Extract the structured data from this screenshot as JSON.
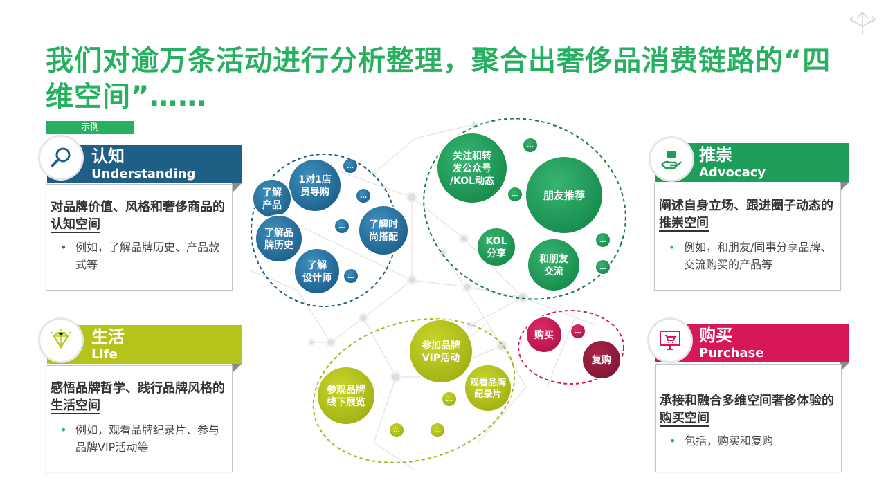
{
  "title": "我们对逾万条活动进行分析整理，聚合出奢侈品消费链路的“四维空间”……",
  "example_tag": "示例",
  "colors": {
    "green_title": "#27b060",
    "understanding": "#1f5f86",
    "advocacy": "#1f9e5a",
    "life": "#b4c41a",
    "purchase": "#d81757"
  },
  "panels": [
    {
      "key": "understanding",
      "zh": "认知",
      "en": "Understanding",
      "icon": "magnifier-icon",
      "lead_before": "对品牌价值、风格和奢侈商品的",
      "lead_ul": "认知空间",
      "bullet": "例如，了解品牌历史、产品款式等",
      "bullet_color": "#1f5f86"
    },
    {
      "key": "advocacy",
      "zh": "推崇",
      "en": "Advocacy",
      "icon": "hand-offering-icon",
      "lead_before": "阐述自身立场、跟进圈子动态的",
      "lead_ul": "推崇空间",
      "bullet": "例如，和朋友/同事分享品牌、交流购买的产品等",
      "bullet_color": "#27b060"
    },
    {
      "key": "life",
      "zh": "生活",
      "en": "Life",
      "icon": "diamond-icon",
      "lead_before": "感悟品牌哲学、践行品牌风格的",
      "lead_ul": "生活空间",
      "bullet": "例如，观看品牌纪录片、参与品牌VIP活动等",
      "bullet_color": "#27b060"
    },
    {
      "key": "purchase",
      "zh": "购买",
      "en": "Purchase",
      "icon": "shopping-cart-icon",
      "lead_before": "承接和融合多维空间奢侈体验的",
      "lead_ul": "购买空间",
      "bullet": "包括，购买和复购",
      "bullet_color": "#27b060"
    }
  ],
  "bubbles": [
    {
      "label": "1对1店\n员导购",
      "cluster": "understanding"
    },
    {
      "label": "了解\n产品",
      "cluster": "understanding"
    },
    {
      "label": "了解品\n牌历史",
      "cluster": "understanding"
    },
    {
      "label": "了解时\n尚搭配",
      "cluster": "understanding"
    },
    {
      "label": "了解\n设计师",
      "cluster": "understanding"
    },
    {
      "label": "关注和转\n发公众号\n/KOL动态",
      "cluster": "advocacy"
    },
    {
      "label": "朋友推荐",
      "cluster": "advocacy"
    },
    {
      "label": "KOL\n分享",
      "cluster": "advocacy"
    },
    {
      "label": "和朋友\n交流",
      "cluster": "advocacy"
    },
    {
      "label": "参加品牌\nVIP活动",
      "cluster": "life"
    },
    {
      "label": "参观品牌\n线下展览",
      "cluster": "life"
    },
    {
      "label": "观看品牌\n纪录片",
      "cluster": "life"
    },
    {
      "label": "购买",
      "cluster": "purchase"
    },
    {
      "label": "复购",
      "cluster": "purchase"
    }
  ],
  "more_label": "…"
}
